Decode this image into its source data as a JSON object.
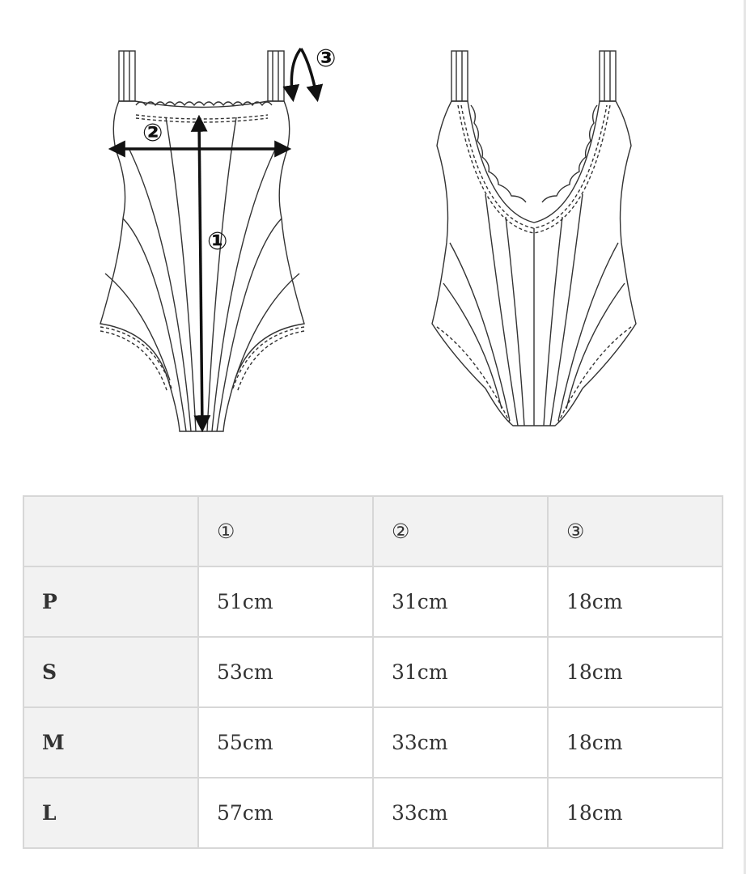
{
  "diagram": {
    "front_markers": [
      "①",
      "②",
      "③"
    ]
  },
  "table": {
    "headers": [
      "",
      "①",
      "②",
      "③"
    ],
    "rows": [
      {
        "size": "P",
        "values": [
          "51cm",
          "31cm",
          "18cm"
        ]
      },
      {
        "size": "S",
        "values": [
          "53cm",
          "31cm",
          "18cm"
        ]
      },
      {
        "size": "M",
        "values": [
          "55cm",
          "33cm",
          "18cm"
        ]
      },
      {
        "size": "L",
        "values": [
          "57cm",
          "33cm",
          "18cm"
        ]
      }
    ]
  }
}
